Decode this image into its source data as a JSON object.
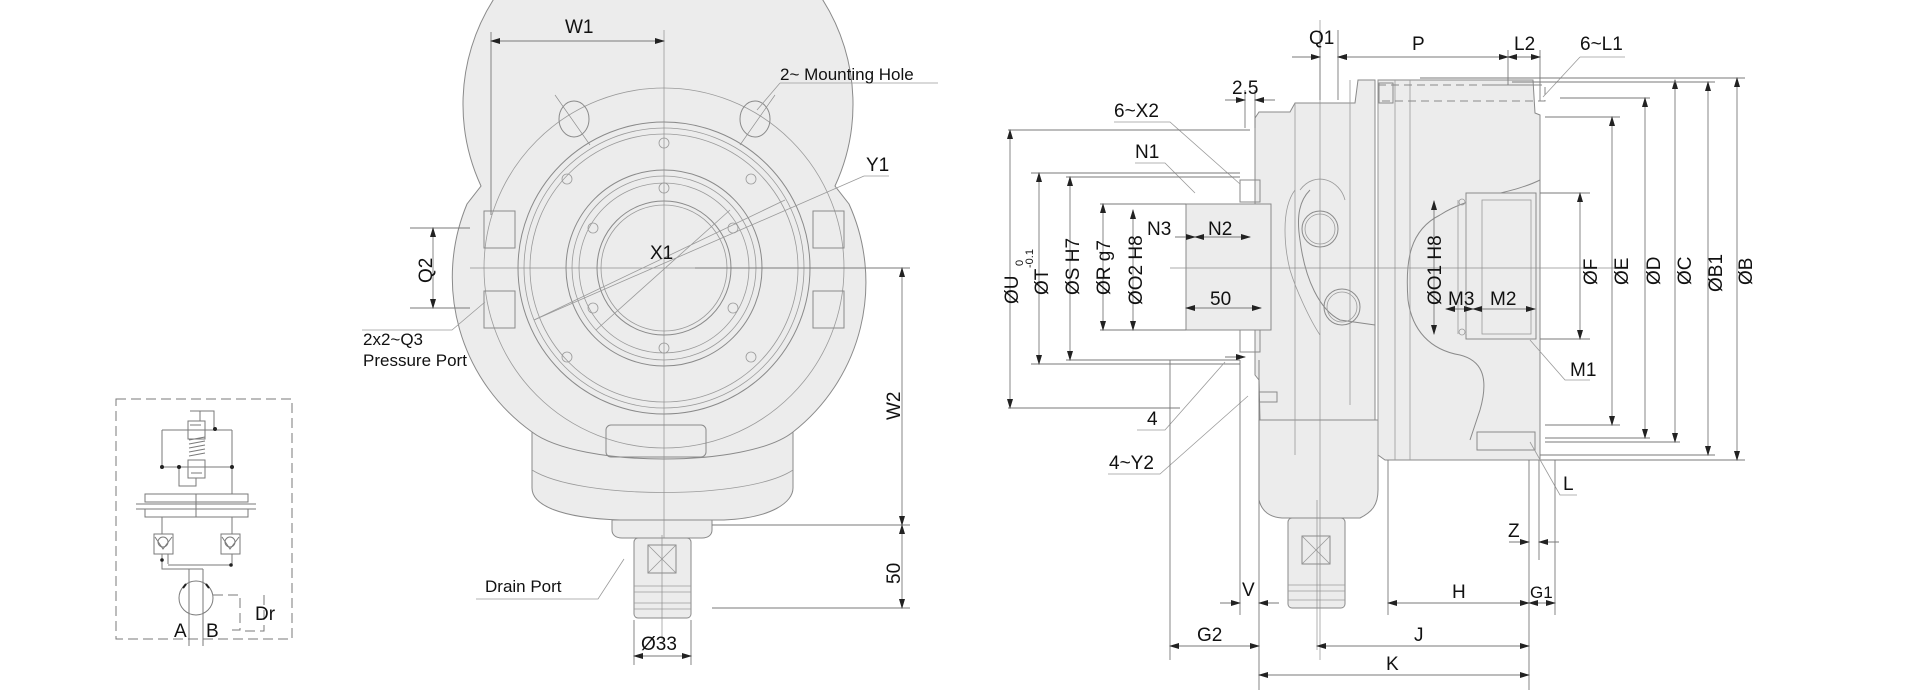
{
  "drawing": {
    "title": "Hydraulic rotary actuator dimensional drawing",
    "colors": {
      "body_fill": "#ececec",
      "line": "#8a8a8a",
      "text": "#111111"
    }
  },
  "schematic": {
    "port_labels": {
      "a": "A",
      "b": "B",
      "drain": "Dr"
    }
  },
  "front_view": {
    "labels": {
      "w1": "W1",
      "mounting_hole": "2~ Mounting Hole",
      "y1": "Y1",
      "x1": "X1",
      "q2": "Q2",
      "q3": "2x2~Q3",
      "pressure_port": "Pressure Port",
      "w2": "W2",
      "dim_50": "50",
      "drain_port": "Drain Port",
      "dia_33": "Ø33"
    }
  },
  "side_view": {
    "labels": {
      "q1": "Q1",
      "p": "P",
      "l2": "L2",
      "l1": "6~L1",
      "dim_2_5": "2.5",
      "x2": "6~X2",
      "n1": "N1",
      "n3": "N3",
      "n2": "N2",
      "dim_50": "50",
      "u": "ØU",
      "u_tol_upper": "0",
      "u_tol_lower": "-0.1",
      "t": "ØT",
      "s": "ØS  H7",
      "r": "ØR  g7",
      "o2": "ØO2  H8",
      "o1": "ØO1  H8",
      "m3": "M3",
      "m2": "M2",
      "m1": "M1",
      "f": "ØF",
      "e": "ØE",
      "d": "ØD",
      "c": "ØC",
      "b1": "ØB1",
      "b": "ØB",
      "dim_4": "4",
      "y2": "4~Y2",
      "l": "L",
      "z": "Z",
      "v": "V",
      "h": "H",
      "g1": "G1",
      "g2": "G2",
      "j": "J",
      "k": "K"
    }
  }
}
